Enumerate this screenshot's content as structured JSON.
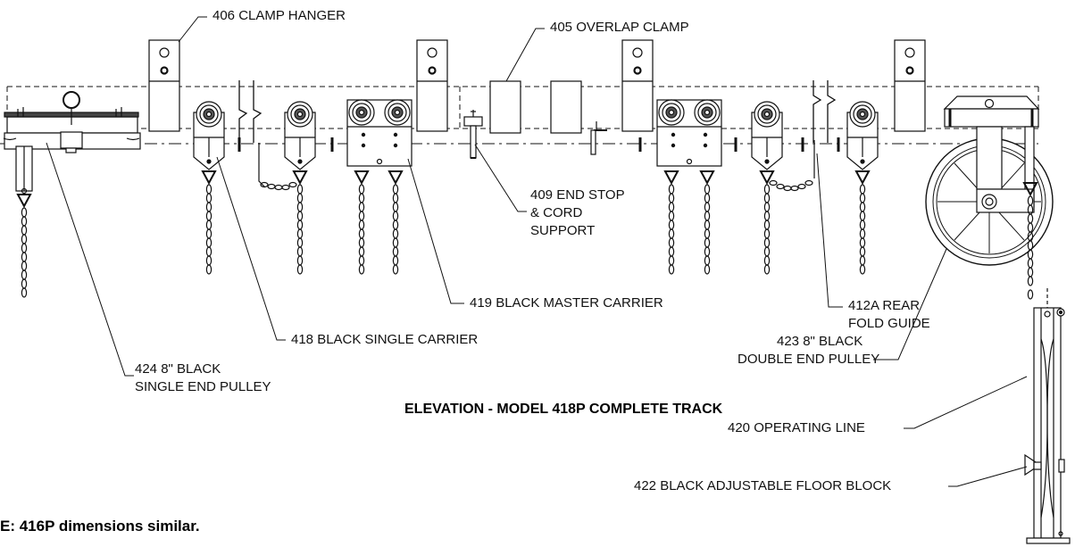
{
  "title": "ELEVATION - MODEL 418P COMPLETE TRACK",
  "note": "E: 416P dimensions similar.",
  "callouts": {
    "clamp_hanger": "406 CLAMP HANGER",
    "overlap_clamp": "405 OVERLAP CLAMP",
    "end_stop_1": "409 END STOP",
    "end_stop_2": "& CORD",
    "end_stop_3": "SUPPORT",
    "master_carrier": "419 BLACK MASTER CARRIER",
    "rear_fold_1": "412A REAR",
    "rear_fold_2": "FOLD GUIDE",
    "single_carrier": "418 BLACK SINGLE CARRIER",
    "double_pulley_1": "423 8\" BLACK",
    "double_pulley_2": "DOUBLE END PULLEY",
    "single_pulley_1": "424 8\" BLACK",
    "single_pulley_2": "SINGLE END PULLEY",
    "operating_line": "420 OPERATING LINE",
    "floor_block": "422 BLACK ADJUSTABLE FLOOR BLOCK"
  }
}
